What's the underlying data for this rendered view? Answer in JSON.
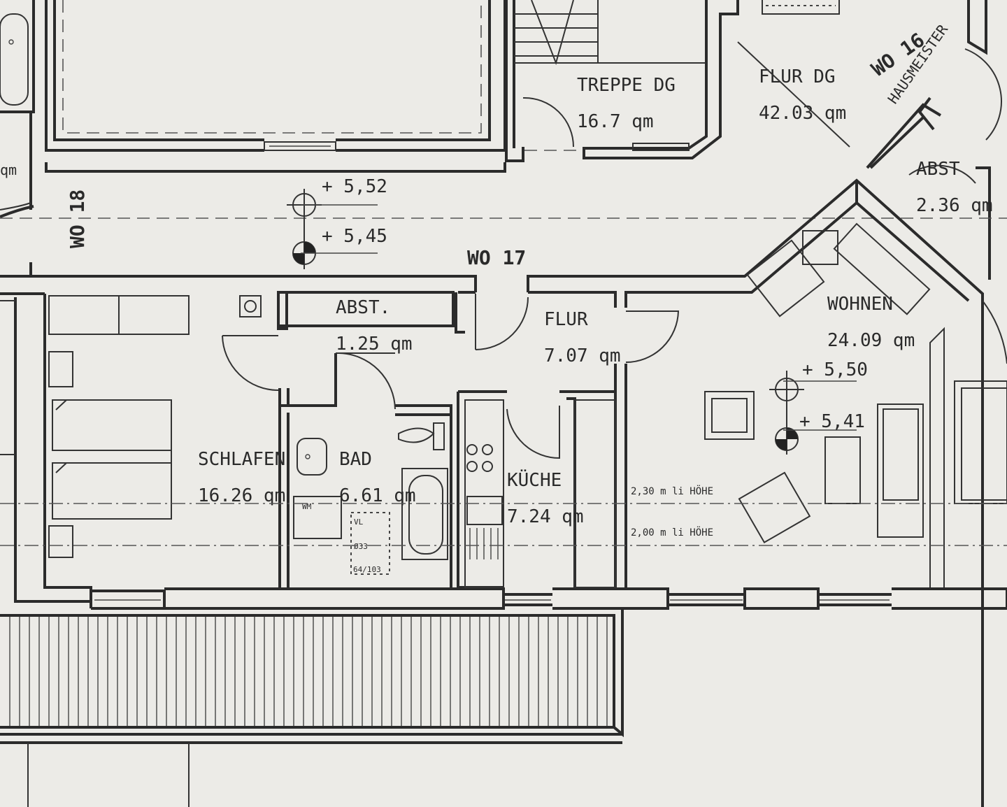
{
  "units": {
    "wo17": "WO 17",
    "wo18": "WO 18",
    "wo16": "WO 16",
    "hausmeister": "HAUSMEISTER"
  },
  "rooms": {
    "treppe": {
      "name": "TREPPE DG",
      "area": "16.7 qm"
    },
    "flur_dg": {
      "name": "FLUR DG",
      "area": "42.03 qm"
    },
    "abst_top": {
      "name": "ABST",
      "area": "2.36 qm"
    },
    "abst": {
      "name": "ABST.",
      "area": "1.25 qm"
    },
    "flur": {
      "name": "FLUR",
      "area": "7.07 qm"
    },
    "wohnen": {
      "name": "WOHNEN",
      "area": "24.09 qm"
    },
    "schlafen": {
      "name": "SCHLAFEN",
      "area": "16.26 qm"
    },
    "bad": {
      "name": "BAD",
      "area": "6.61 qm"
    },
    "kueche": {
      "name": "KÜCHE",
      "area": "7.24 qm"
    },
    "partial_left": {
      "area": "qm"
    }
  },
  "levels": {
    "corridor_top": "+ 5,52",
    "corridor_bottom": "+ 5,45",
    "wohnen_top": "+ 5,50",
    "wohnen_bottom": "+ 5,41"
  },
  "heights": {
    "h230": "2,30 m li HÖHE",
    "h200": "2,00 m li HÖHE"
  },
  "bath_fixtures": {
    "wm": "WM",
    "vl": "VL",
    "size": "Ø33",
    "dim": "64/103"
  }
}
